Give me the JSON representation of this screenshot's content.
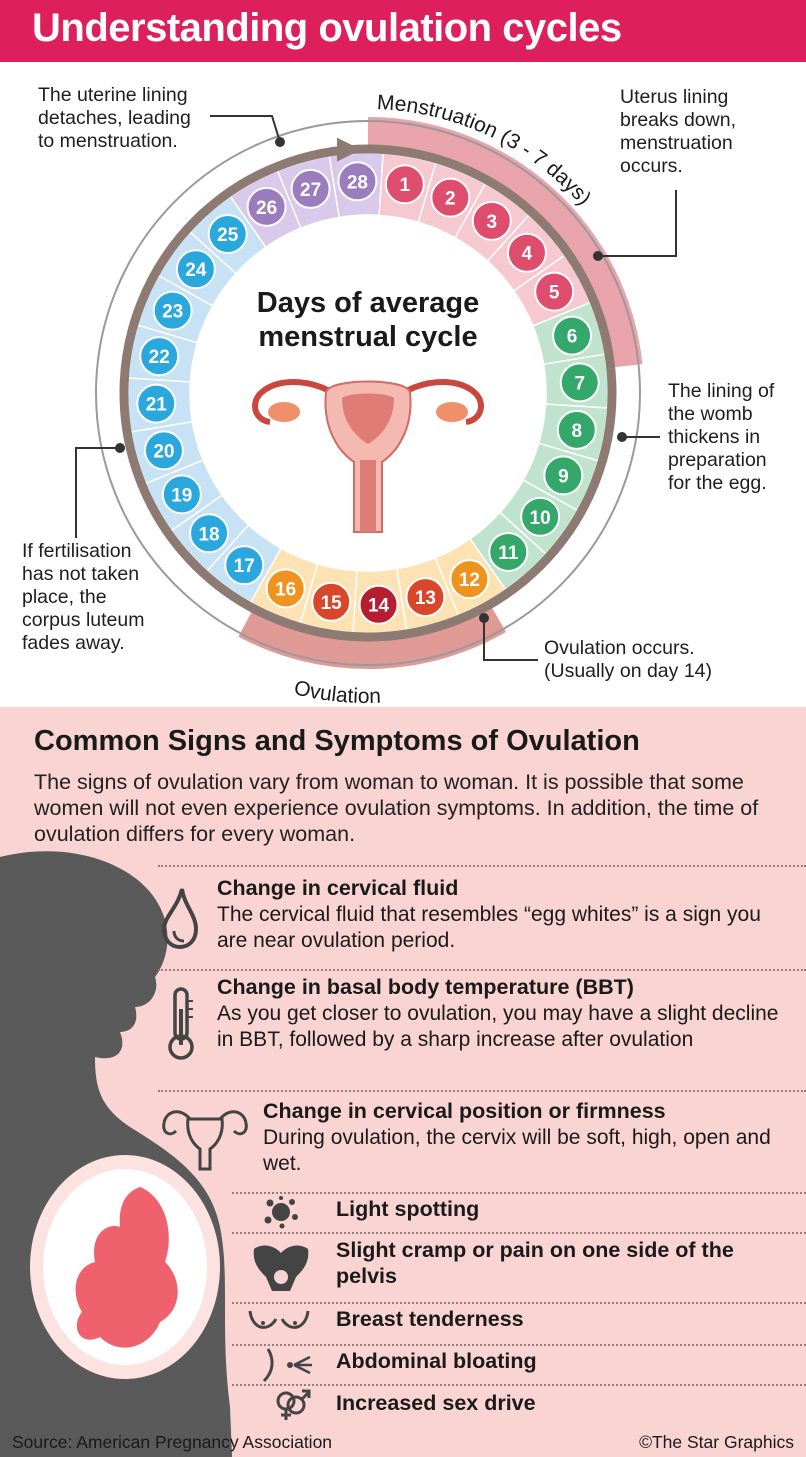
{
  "title": "Understanding ovulation cycles",
  "cycle": {
    "center_title_line1": "Days of average",
    "center_title_line2": "menstrual cycle",
    "menstruation_label": "Menstruation (3 - 7 days)",
    "ovulation_label": "Ovulation",
    "days": [
      1,
      2,
      3,
      4,
      5,
      6,
      7,
      8,
      9,
      10,
      11,
      12,
      13,
      14,
      15,
      16,
      17,
      18,
      19,
      20,
      21,
      22,
      23,
      24,
      25,
      26,
      27,
      28
    ],
    "colors": {
      "menstruation": "#de4d6e",
      "follicular": "#34a86a",
      "ovulation_orange": "#f0921e",
      "ovulation_red": "#d9472b",
      "ovulation_peak": "#b71c2f",
      "luteal": "#2aa7dd",
      "premenstrual": "#9b7cbf",
      "ring": "#8d7a72"
    }
  },
  "callouts": {
    "lining_detaches": [
      "The uterine lining",
      "detaches, leading",
      "to menstruation."
    ],
    "lining_breaks": [
      "Uterus lining",
      "breaks down,",
      "menstruation",
      "occurs."
    ],
    "womb_thickens": [
      "The lining of",
      "the womb",
      "thickens in",
      "preparation",
      "for the egg."
    ],
    "fertilisation": [
      "If fertilisation",
      "has not taken",
      "place, the",
      "corpus luteum",
      "fades away."
    ],
    "ovulation_occurs": [
      "Ovulation occurs.",
      "(Usually on day 14)"
    ]
  },
  "symptoms_section": {
    "title": "Common Signs and Symptoms of Ovulation",
    "intro": "The signs of ovulation vary from woman to woman. It is possible that some women will not even experience ovulation symptoms. In addition, the time of ovulation differs for every woman.",
    "items": [
      {
        "title": "Change in cervical fluid",
        "text": "The cervical fluid that resembles “egg whites” is a sign you are near ovulation period.",
        "icon": "droplet-icon"
      },
      {
        "title": "Change in basal body temperature (BBT)",
        "text": "As you get closer to ovulation, you may have a slight decline in BBT, followed by a sharp increase after ovulation",
        "icon": "thermometer-icon"
      },
      {
        "title": "Change in cervical position or firmness",
        "text": "During ovulation, the cervix will be soft, high, open and wet.",
        "icon": "uterus-icon"
      },
      {
        "title": "Light spotting",
        "text": "",
        "icon": "splatter-icon"
      },
      {
        "title": "Slight cramp or pain on one side of the pelvis",
        "text": "",
        "icon": "pelvis-icon"
      },
      {
        "title": "Breast tenderness",
        "text": "",
        "icon": "breast-icon"
      },
      {
        "title": "Abdominal bloating",
        "text": "",
        "icon": "bloating-icon"
      },
      {
        "title": "Increased sex drive",
        "text": "",
        "icon": "gender-symbols-icon"
      }
    ]
  },
  "footer": {
    "source": "Source: American Pregnancy Association",
    "credit": "©The Star Graphics"
  }
}
